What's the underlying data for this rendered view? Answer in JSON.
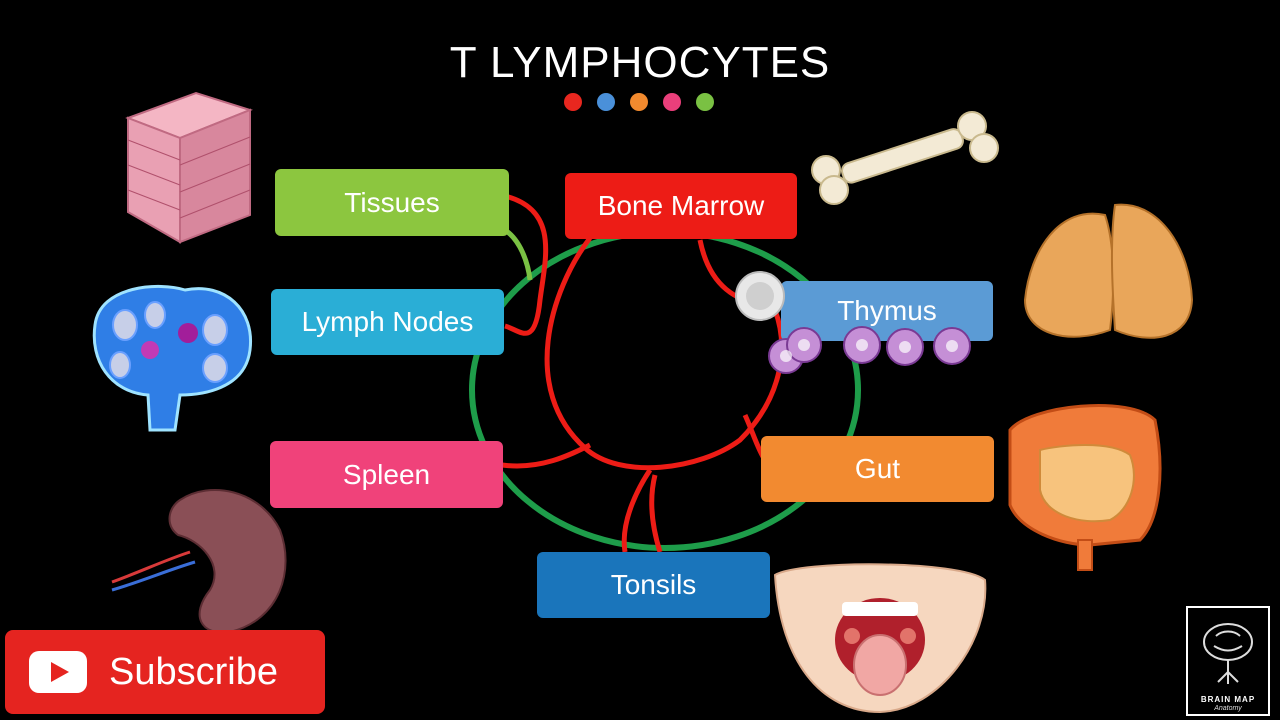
{
  "title": "T LYMPHOCYTES",
  "dot_colors": [
    "#e8271f",
    "#4a90d9",
    "#f28a2e",
    "#ea3f7b",
    "#7ac143"
  ],
  "nodes": {
    "bone_marrow": {
      "label": "Bone Marrow",
      "color": "#ed1c16"
    },
    "tissues": {
      "label": "Tissues",
      "color": "#8cc63f"
    },
    "thymus": {
      "label": "Thymus",
      "color": "#5b9bd5"
    },
    "lymph_nodes": {
      "label": "Lymph Nodes",
      "color": "#2aaed6"
    },
    "spleen": {
      "label": "Spleen",
      "color": "#f0427a"
    },
    "gut": {
      "label": "Gut",
      "color": "#f28a30"
    },
    "tonsils": {
      "label": "Tonsils",
      "color": "#1a75bb"
    }
  },
  "link_colors": {
    "circulation": "#1e9d4a",
    "migration": "#ed1c16"
  },
  "subscribe": {
    "label": "Subscribe"
  },
  "logo": {
    "name": "BRAIN MAP",
    "sub": "Anatomy"
  },
  "icons": [
    "epithelial-tissue-icon",
    "bone-icon",
    "thymus-gland-icon",
    "lymph-node-icon",
    "intestine-icon",
    "spleen-icon",
    "mouth-tonsils-icon",
    "youtube-play-icon",
    "brain-tree-logo-icon",
    "lymphocyte-cell-icon"
  ]
}
